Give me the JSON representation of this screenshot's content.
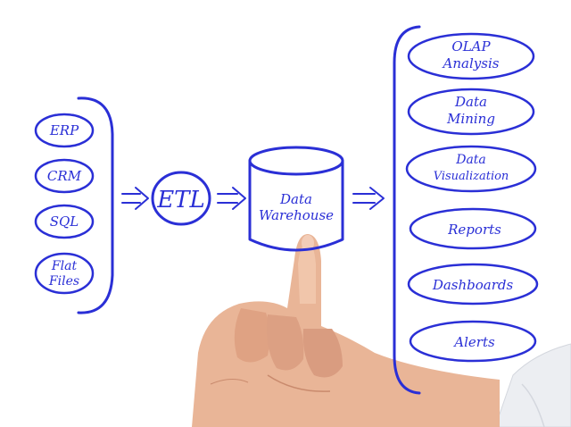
{
  "colors": {
    "ink": "#2a2fd6",
    "background": "#ffffff",
    "skin": "#e9b597",
    "sleeve": "#eceef2"
  },
  "sources": {
    "items": [
      {
        "label": "ERP"
      },
      {
        "label": "CRM"
      },
      {
        "label": "SQL"
      },
      {
        "label_line1": "Flat",
        "label_line2": "Files"
      }
    ]
  },
  "etl": {
    "label": "ETL"
  },
  "warehouse": {
    "label_line1": "Data",
    "label_line2": "Warehouse"
  },
  "outputs": {
    "items": [
      {
        "label_line1": "OLAP",
        "label_line2": "Analysis"
      },
      {
        "label_line1": "Data",
        "label_line2": "Mining"
      },
      {
        "label_line1": "Data",
        "label_line2": "Visualization"
      },
      {
        "label": "Reports"
      },
      {
        "label": "Dashboards"
      },
      {
        "label": "Alerts"
      }
    ]
  },
  "icons": {
    "arrows": [
      "double-arrow-right-icon",
      "double-arrow-right-icon",
      "double-arrow-right-icon"
    ],
    "hand": "pointing-hand"
  }
}
